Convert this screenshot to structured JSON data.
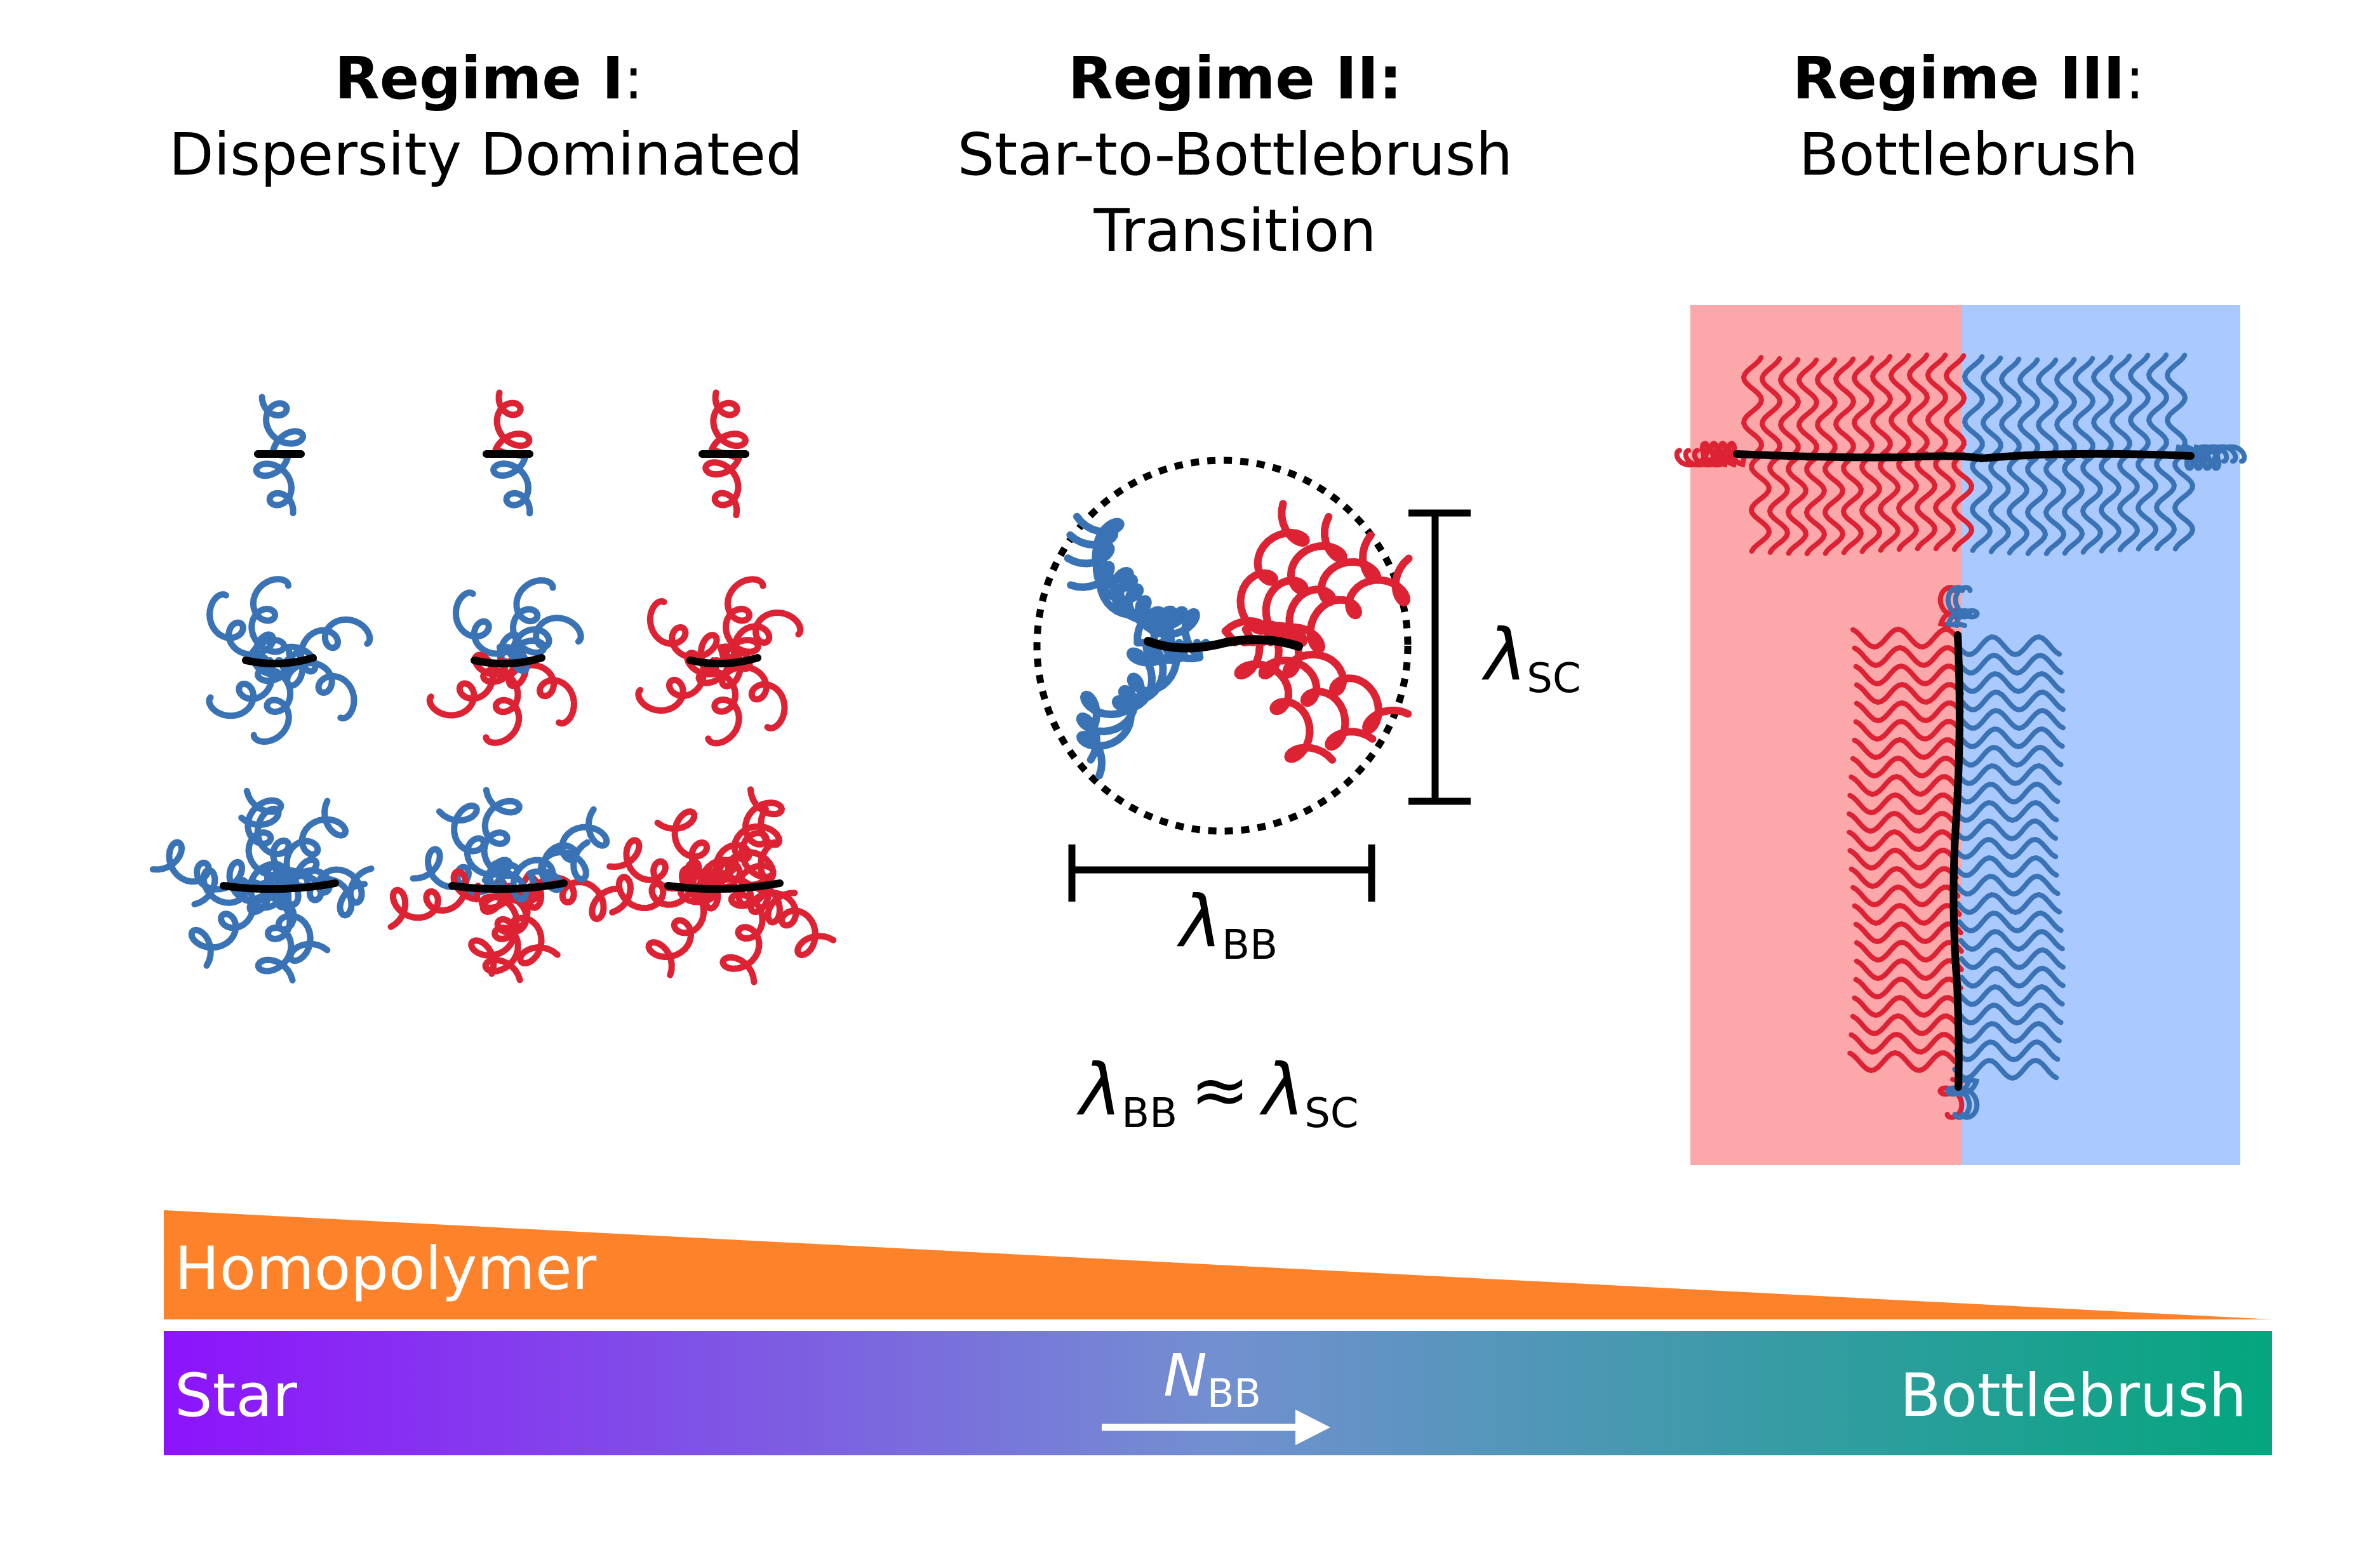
{
  "regimes": [
    {
      "title_bold": "Regime I",
      "title_colon": ":",
      "lines": [
        "Dispersity Dominated"
      ]
    },
    {
      "title_bold": "Regime II:",
      "title_colon": "",
      "lines": [
        "Star-to-Bottlebrush",
        "Transition"
      ]
    },
    {
      "title_bold": "Regime III",
      "title_colon": ":",
      "lines": [
        "Bottlebrush"
      ]
    }
  ],
  "labels": {
    "lambda": "λ",
    "sc_sub": "SC",
    "bb_sub": "BB",
    "approx": "≈",
    "n": "N",
    "n_sub": "BB"
  },
  "bars": {
    "homopolymer": "Homopolymer",
    "star": "Star",
    "bottlebrush": "Bottlebrush"
  },
  "colors": {
    "blue": "#3a73b5",
    "red": "#dc2233",
    "black": "#000000",
    "pink_region": "#fca7a9",
    "blue_region": "#aacaff",
    "orange": "#fe822a",
    "gradient": [
      "#8d13fc",
      "#7290d0",
      "#03a67e"
    ]
  }
}
